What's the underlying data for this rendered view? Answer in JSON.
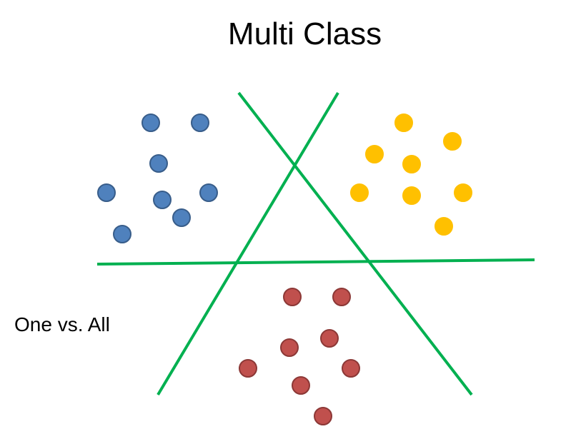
{
  "title": "Multi Class",
  "caption": "One vs. All",
  "colors": {
    "blue_fill": "#4f81bd",
    "blue_stroke": "#385d8a",
    "yellow_fill": "#ffc000",
    "yellow_stroke": "#ffc000",
    "red_fill": "#c0504d",
    "red_stroke": "#8c3836",
    "line": "#00b050"
  },
  "classes": [
    {
      "name": "blue",
      "color_key": "blue",
      "count": 8
    },
    {
      "name": "yellow",
      "color_key": "yellow",
      "count": 8
    },
    {
      "name": "red",
      "color_key": "red",
      "count": 8
    }
  ],
  "decision_lines": 3
}
